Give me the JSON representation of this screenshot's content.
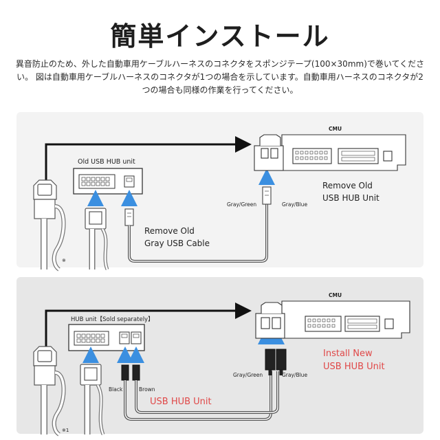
{
  "header": {
    "title": "簡単インストール",
    "description": "異音防止のため、外した自動車用ケーブルハーネスのコネクタをスポンジテープ(100×30mm)で巻いてください。 図は自動車用ケーブルハーネスのコネクタが1つの場合を示しています。自動車用ハーネスのコネクタが2つの場合も同様の作業を行ってください。"
  },
  "panel_old": {
    "unit_label": "Old USB HUB unit",
    "cmu_label": "CMU",
    "wire_left": "Gray/Green",
    "wire_right": "Gray/Blue",
    "cable_note_line1": "Remove Old",
    "cable_note_line2": "Gray USB Cable",
    "unit_note_line1": "Remove Old",
    "unit_note_line2": "USB HUB Unit",
    "footnote": "※"
  },
  "panel_new": {
    "unit_label": "HUB unit【Sold separately】",
    "cmu_label": "CMU",
    "wire_left": "Gray/Green",
    "wire_right": "Gray/Blue",
    "black_label": "Black",
    "brown_label": "Brown",
    "usb_label": "USB HUB Unit",
    "install_line1": "Install New",
    "install_line2": "USB HUB Unit",
    "footnote": "※1"
  },
  "colors": {
    "arrow_blue": "#3b8fe0",
    "accent_red": "#e04848",
    "panel_a": "#f3f3f3",
    "panel_b": "#e7e7e7"
  }
}
